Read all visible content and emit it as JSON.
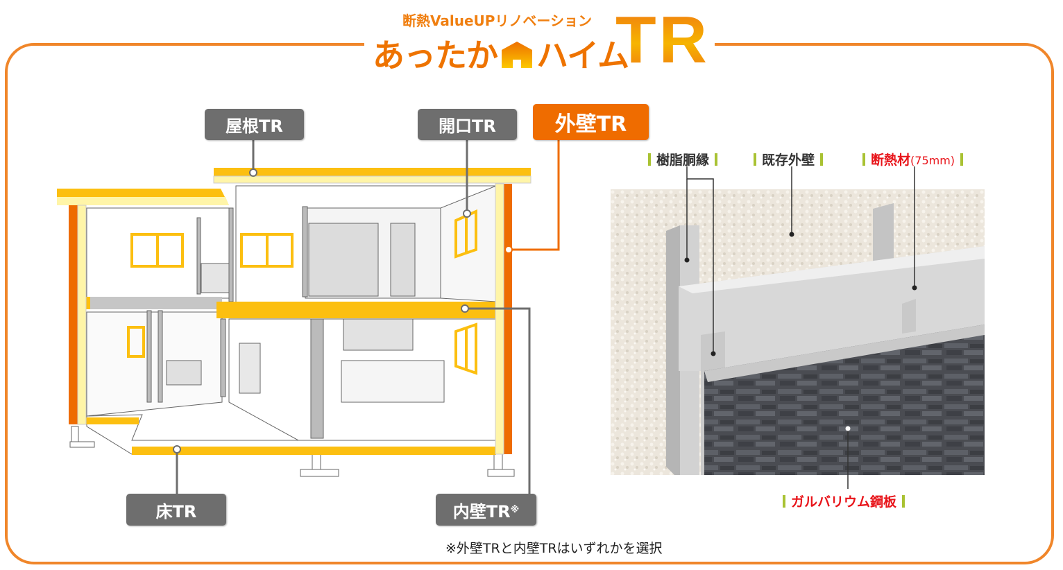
{
  "header": {
    "subtitle": "断熱ValueUPリノベーション",
    "title_pre": "あったか",
    "title_post": "ハイム",
    "title_logo": "TR"
  },
  "house_tags": {
    "roof": "屋根TR",
    "opening": "開口TR",
    "exterior_wall": "外壁TR",
    "floor": "床TR",
    "interior_wall": "内壁TR",
    "interior_wall_mark": "※"
  },
  "wall_section": {
    "labels": {
      "resin_furring": "樹脂胴縁",
      "existing_wall": "既存外壁",
      "insulation": "断熱材",
      "insulation_thickness": "(75mm)",
      "galvalume": "ガルバリウム鋼板"
    }
  },
  "footnote": "※外壁TRと内壁TRはいずれかを選択",
  "colors": {
    "brand_orange": "#ef6c00",
    "frame": "#f0862a",
    "insulation_yellow": "#fcbf10",
    "tag_gray": "#6e6e6e",
    "label_red": "#e8141a",
    "label_bar_green": "#a9c233"
  }
}
